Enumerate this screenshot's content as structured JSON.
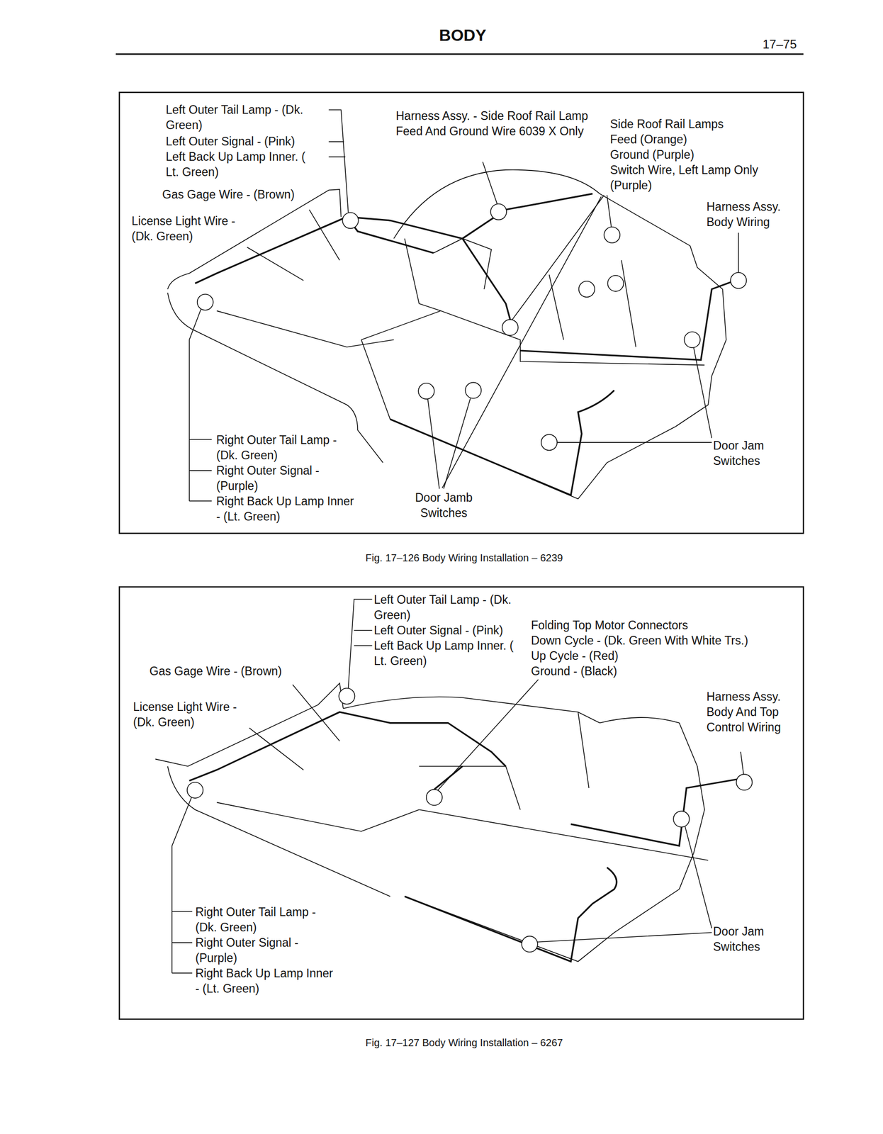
{
  "diagram": {
    "title": "BODY",
    "labels": [
      "17–75",
      "Left Outer Tail Lamp - (Dk. Green)",
      "Left Outer Signal - (Pink)",
      "Left Back Up Lamp Inner. ( Lt. Green)",
      "Harness Assy. - Side Roof Rail Lamp Feed And Ground Wire 6039 X Only",
      "Side Roof Rail Lamps",
      "Feed (Orange)",
      "Ground (Purple)",
      "Switch Wire, Left Lamp Only (Purple)",
      "Gas Gage Wire - (Brown)",
      "Harness Assy. Body Wiring",
      "License Light Wire - (Dk. Green)",
      "Right Outer Tail Lamp - (Dk. Green)",
      "Door Jam Switches",
      "Right Outer Signal - (Purple)",
      "Right Back Up Lamp Inner - (Lt. Green)",
      "Door Jamb Switches",
      "Fig. 17–126 Body Wiring Installation – 6239",
      "Left Outer Tail Lamp - (Dk. Green)",
      "Left Outer Signal - (Pink)",
      "Left Back Up Lamp Inner. ( Lt. Green)",
      "Folding Top Motor Connectors",
      "Down Cycle - (Dk. Green With White Trs.)",
      "Up Cycle - (Red)",
      "Ground - (Black)",
      "Gas Gage Wire - (Brown)",
      "License Light Wire - (Dk. Green)",
      "Harness Assy. Body And Top Control Wiring",
      "Right Outer Tail Lamp - (Dk. Green)",
      "Door Jam Switches",
      "Right Outer Signal - (Purple)",
      "Right Back Up Lamp Inner - (Lt. Green)",
      "Fig. 17–127 Body Wiring Installation – 6267"
    ]
  }
}
